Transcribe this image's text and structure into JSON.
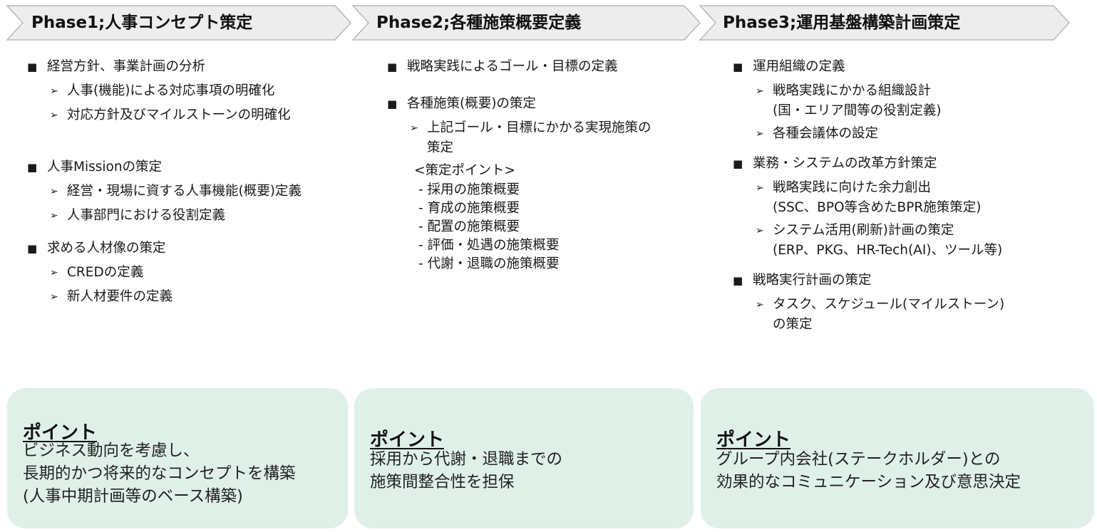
{
  "colors": {
    "chevron_fill": "#ededed",
    "chevron_stroke": "#b8b8b8",
    "point_box": "#dff0e8"
  },
  "phases": [
    {
      "title": "Phase1;人事コンセプト策定",
      "sections": [
        {
          "label": "経営方針、事業計画の分析",
          "subs": [
            [
              "人事(機能)による対応事項の明確化"
            ],
            [
              "対応方針及びマイルストーンの明確化"
            ]
          ]
        },
        {
          "label": "人事Missionの策定",
          "subs": [
            [
              "経営・現場に資する人事機能(概要)定義"
            ],
            [
              "人事部門における役割定義"
            ]
          ]
        },
        {
          "label": "求める人材像の策定",
          "subs": [
            [
              "CREDの定義"
            ],
            [
              "新人材要件の定義"
            ]
          ]
        }
      ],
      "point": {
        "title": "ポイント",
        "lines": [
          "ビジネス動向を考慮し、",
          "長期的かつ将来的なコンセプトを構築",
          "(人事中期計画等のベース構築)"
        ]
      }
    },
    {
      "title": "Phase2;各種施策概要定義",
      "sections": [
        {
          "label": "戦略実践によるゴール・目標の定義",
          "subs": []
        },
        {
          "label": "各種施策(概要)の策定",
          "subs": [
            [
              "上記ゴール・目標にかかる実現施策の",
              "策定"
            ]
          ]
        }
      ],
      "note_header": "<策定ポイント>",
      "notes": [
        "- 採用の施策概要",
        "- 育成の施策概要",
        "- 配置の施策概要",
        "- 評価・処遇の施策概要",
        "- 代謝・退職の施策概要"
      ],
      "point": {
        "title": "ポイント",
        "lines": [
          "採用から代謝・退職までの",
          "施策間整合性を担保"
        ]
      }
    },
    {
      "title": "Phase3;運用基盤構築計画策定",
      "sections": [
        {
          "label": "運用組織の定義",
          "subs": [
            [
              "戦略実践にかかる組織設計",
              "(国・エリア間等の役割定義)"
            ],
            [
              "各種会議体の設定"
            ]
          ]
        },
        {
          "label": "業務・システムの改革方針策定",
          "subs": [
            [
              "戦略実践に向けた余力創出",
              "(SSC、BPO等含めたBPR施策策定)"
            ],
            [
              "システム活用(刷新)計画の策定",
              "(ERP、PKG、HR-Tech(AI)、ツール等)"
            ]
          ]
        },
        {
          "label": "戦略実行計画の策定",
          "subs": [
            [
              "タスク、スケジュール(マイルストーン)",
              "の策定"
            ]
          ]
        }
      ],
      "point": {
        "title": "ポイント",
        "lines": [
          "グループ内会社(ステークホルダー)との",
          "効果的なコミュニケーション及び意思決定"
        ]
      }
    }
  ]
}
